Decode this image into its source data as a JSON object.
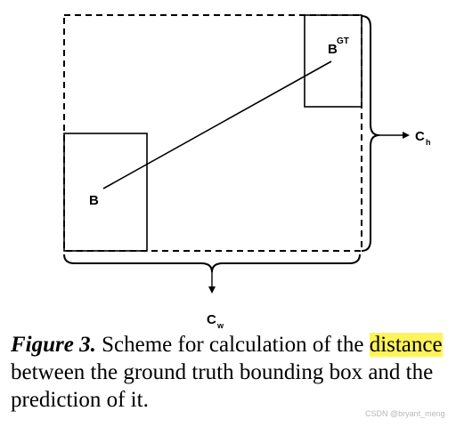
{
  "labels": {
    "b": "B",
    "bgt_base": "B",
    "bgt_sup": "GT",
    "ch_base": "C",
    "ch_sub": "h",
    "cw_base": "C",
    "cw_sub": "w"
  },
  "caption": {
    "figure_label": "Figure 3.",
    "text_before": " Scheme for calculation of the ",
    "highlight": "distance",
    "text_after": " between the ground truth bounding box and the prediction of it."
  },
  "watermark": "CSDN @bryant_meng",
  "colors": {
    "highlight": "#fff35a"
  }
}
